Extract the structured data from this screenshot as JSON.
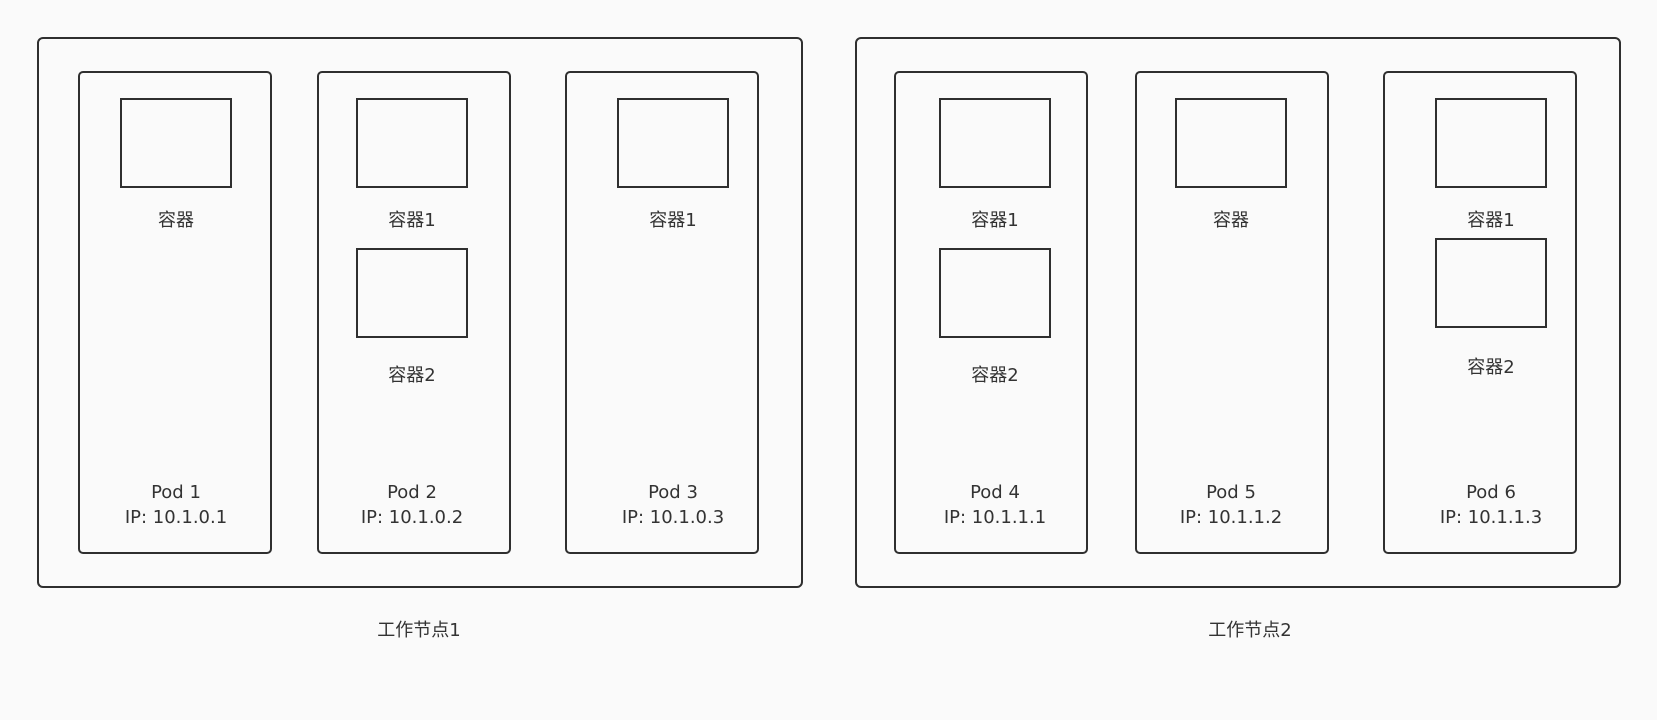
{
  "nodes": [
    {
      "label": "工作节点1",
      "pods": [
        {
          "name": "Pod 1",
          "ip": "IP: 10.1.0.1",
          "containers": [
            "容器"
          ]
        },
        {
          "name": "Pod 2",
          "ip": "IP: 10.1.0.2",
          "containers": [
            "容器1",
            "容器2"
          ]
        },
        {
          "name": "Pod 3",
          "ip": "IP: 10.1.0.3",
          "containers": [
            "容器1"
          ]
        }
      ]
    },
    {
      "label": "工作节点2",
      "pods": [
        {
          "name": "Pod 4",
          "ip": "IP: 10.1.1.1",
          "containers": [
            "容器1",
            "容器2"
          ]
        },
        {
          "name": "Pod 5",
          "ip": "IP: 10.1.1.2",
          "containers": [
            "容器"
          ]
        },
        {
          "name": "Pod 6",
          "ip": "IP: 10.1.1.3",
          "containers": [
            "容器1",
            "容器2"
          ]
        }
      ]
    }
  ]
}
